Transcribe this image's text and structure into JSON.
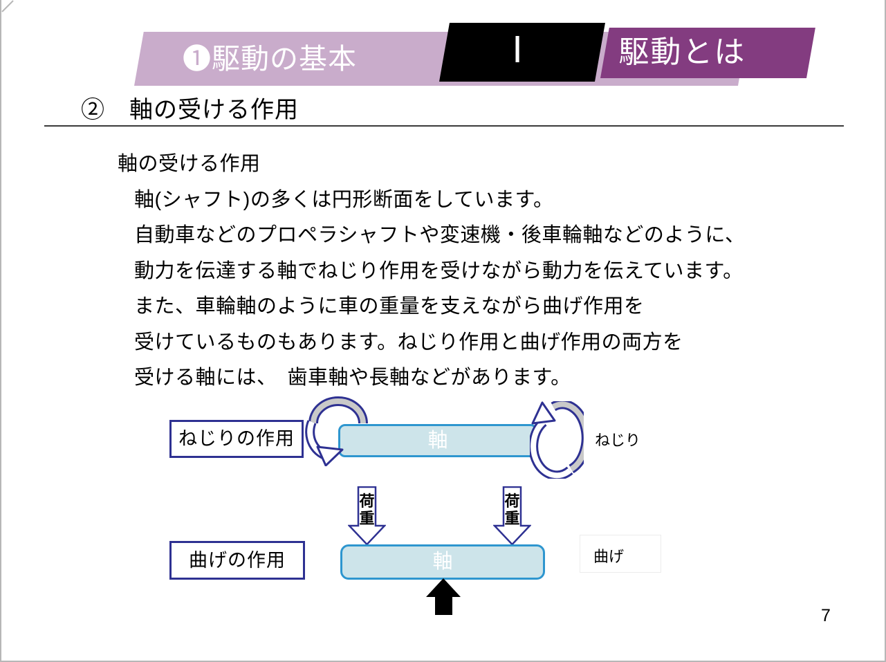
{
  "header": {
    "chapter_label": "❶駆動の基本",
    "section_numeral": "Ⅰ",
    "section_title": "駆動とは"
  },
  "heading": {
    "text": "②　軸の受ける作用"
  },
  "body": {
    "lines": [
      "軸の受ける作用",
      "軸(シャフト)の多くは円形断面をしています。",
      "自動車などのプロペラシャフトや変速機・後車輪軸などのように、",
      "動力を伝達する軸でねじり作用を受けながら動力を伝えています。",
      "また、車輪軸のように車の重量を支えながら曲げ作用を",
      "受けているものもあります。ねじり作用と曲げ作用の両方を",
      "受ける軸には、　歯車軸や長軸などがあります。"
    ]
  },
  "diagram": {
    "torsion": {
      "label": "ねじりの作用",
      "shaft_label": "軸",
      "annotation": "ねじり"
    },
    "bending": {
      "label": "曲げの作用",
      "shaft_label": "軸",
      "annotation": "曲げ",
      "load_char_top": "荷",
      "load_char_bottom": "重"
    }
  },
  "page": {
    "number": "7"
  },
  "colors": {
    "banner_mauve": "#c9accb",
    "banner_purple": "#833c80",
    "banner_black": "#000000",
    "diagram_navy": "#2e3192",
    "shaft_fill": "#cde4ea",
    "shaft_border": "#2e96cf",
    "ribbon_gray": "#c9c9c9"
  }
}
